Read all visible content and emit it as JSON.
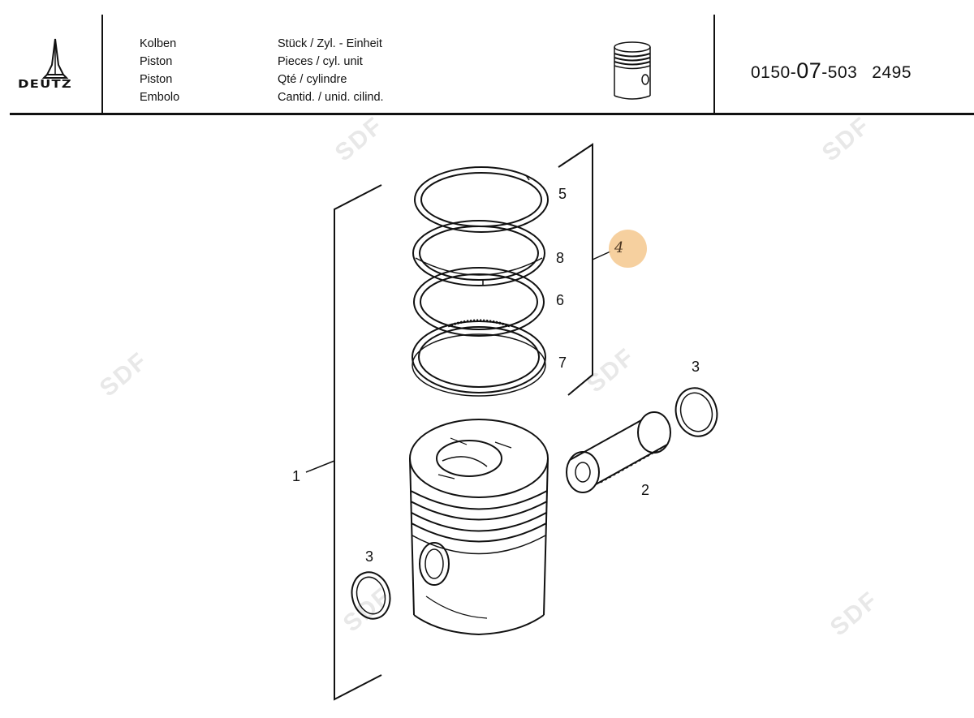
{
  "header": {
    "brand": "DEUTZ",
    "names": [
      "Kolben",
      "Piston",
      "Piston",
      "Embolo"
    ],
    "quantity_labels": [
      "Stück / Zyl. - Einheit",
      "Pieces / cyl. unit",
      "Qté / cylindre",
      "Cantid. / unid. cilind."
    ],
    "part_number": {
      "prefix": "0150-",
      "group": "07",
      "suffix": "-503",
      "code": "2495"
    }
  },
  "callouts": {
    "piston": "1",
    "pin": "2",
    "circlip_right": "3",
    "circlip_left": "3",
    "ring_1": "5",
    "ring_2": "8",
    "ring_3": "6",
    "ring_4": "7",
    "ring_set": "4"
  },
  "watermark": "SDF"
}
